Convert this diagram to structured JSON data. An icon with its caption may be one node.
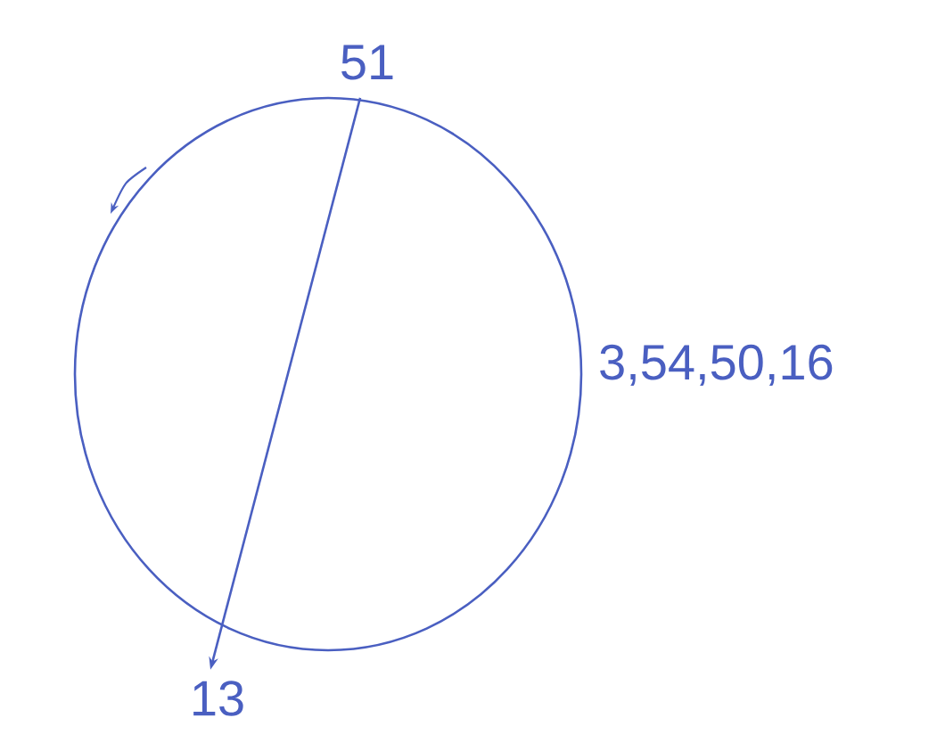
{
  "diagram": {
    "nodes": [
      {
        "text": [
          "51"
        ]
      },
      {
        "text": [
          "13"
        ]
      }
    ],
    "edges": [
      {
        "from": 0,
        "to": 1,
        "arrow": "to"
      }
    ],
    "labels": [
      "3,54,50,16"
    ]
  }
}
